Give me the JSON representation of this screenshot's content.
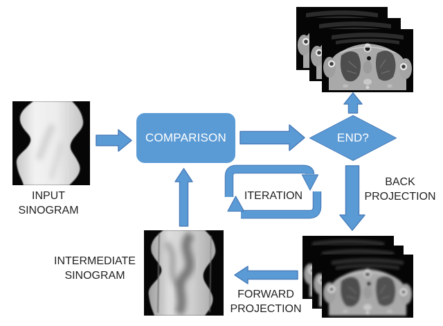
{
  "title": "Iterative reconstruction flow diagram",
  "colors": {
    "shape_fill": "#5b9bd5",
    "shape_border": "#4a7ebb",
    "text_dark": "#1f1f1f",
    "text_light": "#ffffff",
    "background": "#ffffff"
  },
  "nodes": {
    "comparison": {
      "label": "COMPARISON",
      "type": "process"
    },
    "end": {
      "label": "END?",
      "type": "decision"
    },
    "iteration": {
      "label": "ITERATION",
      "type": "loop"
    }
  },
  "labels": {
    "input_sinogram": {
      "line1": "INPUT",
      "line2": "SINOGRAM"
    },
    "intermediate_sinogram": {
      "line1": "INTERMEDIATE",
      "line2": "SINOGRAM"
    },
    "back_projection": {
      "line1": "BACK",
      "line2": "PROJECTION"
    },
    "forward_projection": {
      "line1": "FORWARD",
      "line2": "PROJECTION"
    }
  },
  "images": {
    "input_sinogram": "grayscale-sinogram-image",
    "intermediate_sinogram": "grayscale-sinogram-image-with-streaks",
    "reconstructed_ct_stack": "stack-of-3-chest-ct-slices",
    "intermediate_ct_stack": "stack-of-3-blurred-chest-ct-slices"
  },
  "icons": {
    "flow_arrow": "block-arrow",
    "iteration_loop": "cycle-arrows"
  }
}
